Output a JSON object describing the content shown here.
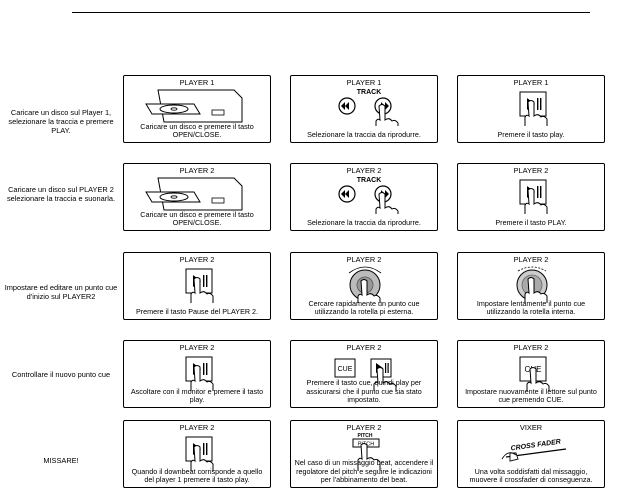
{
  "rows": [
    {
      "label": "Caricare un disco sul Player 1, selezionare la traccia e premere PLAY.",
      "panels": [
        {
          "title": "PLAYER 1",
          "caption": "Caricare un disco e premere il tasto OPEN/CLOSE.",
          "icon": "cd-tray-icon"
        },
        {
          "title": "PLAYER 1",
          "caption": "Selezionare la traccia da riprodurre.",
          "icon": "track-buttons-icon",
          "button_text": "TRACK"
        },
        {
          "title": "PLAYER 1",
          "caption": "Premere il tasto play.",
          "icon": "play-pause-button-icon"
        }
      ]
    },
    {
      "label": "Caricare un disco sul PLAYER 2 selezionare la traccia e suonarla.",
      "panels": [
        {
          "title": "PLAYER 2",
          "caption": "Caricare un disco e premere il tasto OPEN/CLOSE.",
          "icon": "cd-tray-icon"
        },
        {
          "title": "PLAYER 2",
          "caption": "Selezionare la traccia da riprodurre.",
          "icon": "track-buttons-icon",
          "button_text": "TRACK"
        },
        {
          "title": "PLAYER 2",
          "caption": "Premere il tasto PLAY.",
          "icon": "play-pause-button-icon"
        }
      ]
    },
    {
      "label": "Impostare ed editare un punto cue d'inizio sul PLAYER2",
      "panels": [
        {
          "title": "PLAYER 2",
          "caption": "Premere il tasto Pause del PLAYER 2.",
          "icon": "play-pause-button-icon"
        },
        {
          "title": "PLAYER 2",
          "caption": "Cercare rapidamente un punto cue utilizzando la rotella pi esterna.",
          "icon": "jog-wheel-outer-icon"
        },
        {
          "title": "PLAYER 2",
          "caption": "Impostare lentamente il punto cue utilizzando la rotella interna.",
          "icon": "jog-wheel-inner-icon"
        }
      ]
    },
    {
      "label": "Controllare il nuovo punto cue",
      "panels": [
        {
          "title": "PLAYER 2",
          "caption": "Ascoltare con il monitor e premere il tasto play.",
          "icon": "play-pause-button-icon"
        },
        {
          "title": "PLAYER 2",
          "caption": "Premere il tasto cue, quindi play per assicurarsi che il punto cue sia stato impostato.",
          "icon": "cue-and-play-buttons-icon",
          "button_text": "CUE"
        },
        {
          "title": "PLAYER 2",
          "caption": "Impostare nuovamente il lettore sul punto cue premendo CUE.",
          "icon": "cue-button-icon",
          "button_text": "CUE"
        }
      ]
    },
    {
      "label": "MISSARE!",
      "panels": [
        {
          "title": "PLAYER 2",
          "caption": "Quando il downbeat corrisponde a quello del player 1 premere il tasto play.",
          "icon": "play-pause-button-icon"
        },
        {
          "title": "PLAYER 2",
          "caption": "Nel caso di un missaggio beat, accendere il regolatore del pitch e seguire le indicazioni per l'abbinamento del beat.",
          "icon": "pitch-slider-icon",
          "button_text": "PITCH"
        },
        {
          "title": "VIXER",
          "caption": "Una volta soddisfatti dal missaggio, muovere il crossfader di conseguenza.",
          "icon": "crossfader-icon",
          "button_text": "CROSS FADER"
        }
      ]
    }
  ]
}
